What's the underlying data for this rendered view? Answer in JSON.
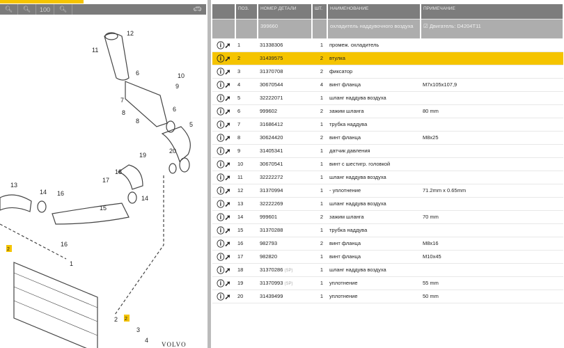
{
  "toolbar": {
    "buttons": [
      "zoom-out",
      "zoom-in",
      "zoom-100",
      "zoom-fit"
    ],
    "zoom_100_label": "100"
  },
  "diagram": {
    "labels": [
      "1",
      "2",
      "3",
      "4",
      "5",
      "6",
      "6",
      "7",
      "8",
      "8",
      "9",
      "10",
      "11",
      "12",
      "13",
      "14",
      "14",
      "15",
      "16",
      "16",
      "17",
      "18",
      "19",
      "20"
    ],
    "brand": "VOLVO",
    "markers": [
      "2",
      "2"
    ]
  },
  "table": {
    "headers": {
      "icon": "",
      "pos": "ПОЗ.",
      "part": "НОМЕР ДЕТАЛИ",
      "qty": "ШТ.",
      "name": "НАИМЕНОВАНИЕ",
      "note": "ПРИМЕЧАНИЕ"
    },
    "group": {
      "part": "399660",
      "name": "охладитель наддувочного воздуха",
      "note": "Двигатель: D4204T11"
    },
    "selected_pos": "2",
    "rows": [
      {
        "pos": "1",
        "part": "31338306",
        "sp": "",
        "qty": "1",
        "name": "промеж. охладитель",
        "note": ""
      },
      {
        "pos": "2",
        "part": "31439575",
        "sp": "",
        "qty": "2",
        "name": "втулка",
        "note": ""
      },
      {
        "pos": "3",
        "part": "31370708",
        "sp": "",
        "qty": "2",
        "name": "фиксатор",
        "note": ""
      },
      {
        "pos": "4",
        "part": "30670544",
        "sp": "",
        "qty": "4",
        "name": "винт фланца",
        "note": "M7x105x107,9"
      },
      {
        "pos": "5",
        "part": "32222071",
        "sp": "",
        "qty": "1",
        "name": "шланг наддува воздуха",
        "note": ""
      },
      {
        "pos": "6",
        "part": "999602",
        "sp": "",
        "qty": "2",
        "name": "зажим шланга",
        "note": "80 mm"
      },
      {
        "pos": "7",
        "part": "31686412",
        "sp": "",
        "qty": "1",
        "name": "трубка наддува",
        "note": ""
      },
      {
        "pos": "8",
        "part": "30624420",
        "sp": "",
        "qty": "2",
        "name": "винт фланца",
        "note": "M8x25"
      },
      {
        "pos": "9",
        "part": "31405341",
        "sp": "",
        "qty": "1",
        "name": "датчик давления",
        "note": ""
      },
      {
        "pos": "10",
        "part": "30670541",
        "sp": "",
        "qty": "1",
        "name": "винт с шестигр. головкой",
        "note": ""
      },
      {
        "pos": "11",
        "part": "32222272",
        "sp": "",
        "qty": "1",
        "name": "шланг наддува воздуха",
        "note": ""
      },
      {
        "pos": "12",
        "part": "31370994",
        "sp": "",
        "qty": "1",
        "name": "-  уплотнение",
        "note": "71.2mm x 0.65mm"
      },
      {
        "pos": "13",
        "part": "32222269",
        "sp": "",
        "qty": "1",
        "name": "шланг наддува воздуха",
        "note": ""
      },
      {
        "pos": "14",
        "part": "999601",
        "sp": "",
        "qty": "2",
        "name": "зажим шланга",
        "note": "70 mm"
      },
      {
        "pos": "15",
        "part": "31370288",
        "sp": "",
        "qty": "1",
        "name": "трубка наддува",
        "note": ""
      },
      {
        "pos": "16",
        "part": "982793",
        "sp": "",
        "qty": "2",
        "name": "винт фланца",
        "note": "M8x16"
      },
      {
        "pos": "17",
        "part": "982820",
        "sp": "",
        "qty": "1",
        "name": "винт фланца",
        "note": "M10x45"
      },
      {
        "pos": "18",
        "part": "31370286",
        "sp": "(SP)",
        "qty": "1",
        "name": "шланг наддува воздуха",
        "note": ""
      },
      {
        "pos": "19",
        "part": "31370993",
        "sp": "(SP)",
        "qty": "1",
        "name": "уплотнение",
        "note": "55 mm"
      },
      {
        "pos": "20",
        "part": "31439499",
        "sp": "",
        "qty": "1",
        "name": "уплотнение",
        "note": "50 mm"
      }
    ]
  },
  "colors": {
    "accent": "#f5c400",
    "header": "#7d7d7d",
    "subheader": "#adadad"
  }
}
